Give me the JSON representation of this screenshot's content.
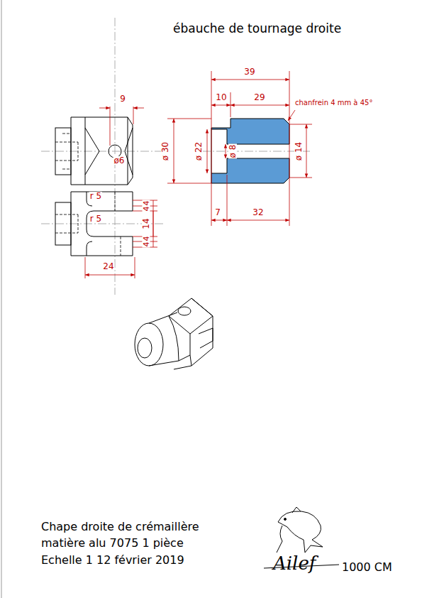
{
  "diagram": {
    "title": "ébauche de tournage droite",
    "labels": [
      "9",
      "ø6",
      "r 5",
      "r 5",
      "4",
      "4",
      "14",
      "4",
      "4",
      "24",
      "39",
      "10",
      "29",
      "chanfrein 4 mm à 45°",
      "ø 30",
      "ø 22",
      "ø 8",
      "ø 14",
      "7",
      "32",
      "Chape droite de crémaillère",
      "matière alu 7075  1 pièce",
      "Echelle 1  12 février 2019",
      "Ailef",
      "1000 CM"
    ]
  }
}
